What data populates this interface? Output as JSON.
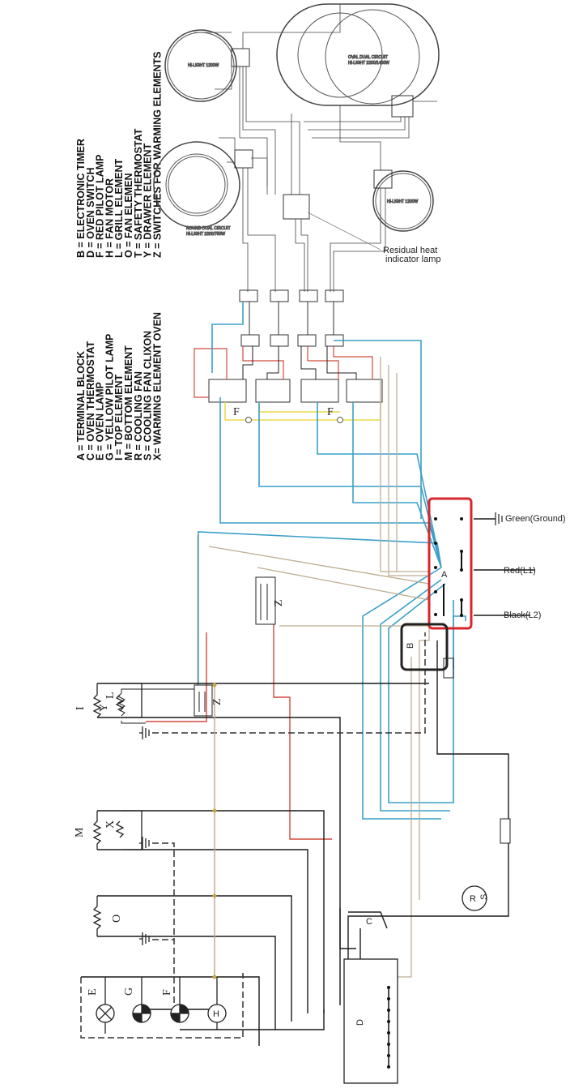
{
  "legend": {
    "col1": [
      "A = TERMINAL BLOCK",
      "C = OVEN THERMOSTAT",
      "E = OVEN LAMP",
      "G = YELLOW PILOT LAMP",
      "I  =  TOP ELEMENT",
      "M = BOTTOM ELEMENT",
      "R = COOLING FAN",
      "S = COOLING FAN CLIXON",
      "X= WARMING ELEMENT OVEN"
    ],
    "col2": [
      "B = ELECTRONIC TIMER",
      "D = OVEN SWITCH",
      "F = RED PILOT LAMP",
      "H = FAN MOTOR",
      "L = GRILL ELEMENT",
      "O = FAN ELEMEN",
      "T = SAFETY THERMOSTAT",
      "Y = DRAWER ELEMENT",
      "Z = SWITCHES FOR WARMING ELEMENTS"
    ]
  },
  "hob": {
    "burner_small_tl": "Hi-LIGHT 1200W",
    "burner_oval": "OVAL DUAL CIRCUIT\nHi-LIGHT 2200/1400W",
    "burner_round_dual_1": "ROUND DUAL CIRCUIT",
    "burner_round_dual_2": "Hi-LIGHT 2200/750W",
    "burner_small_br": "Hi-LIGHT 1200W",
    "residual_1": "Residual heat",
    "residual_2": "indicator lamp"
  },
  "terminal": {
    "label": "A",
    "green": "Green(Ground)",
    "red": "Red(L1)",
    "black": "Black(L2)"
  },
  "components": {
    "Z": "Z",
    "Y": "Y",
    "F": "F",
    "I": "I",
    "L": "L",
    "M": "M",
    "X": "X",
    "O": "O",
    "E": "E",
    "G": "G",
    "H": "H",
    "B": "B",
    "C": "C",
    "R": "R",
    "S": "S",
    "D": "D"
  },
  "colors": {
    "blue": "#3aa0c8",
    "red": "#d14a3c",
    "tan": "#bfae92",
    "yellow": "#e8d84a",
    "black": "#1a1a1a",
    "terminal_box": "#d8262a"
  }
}
